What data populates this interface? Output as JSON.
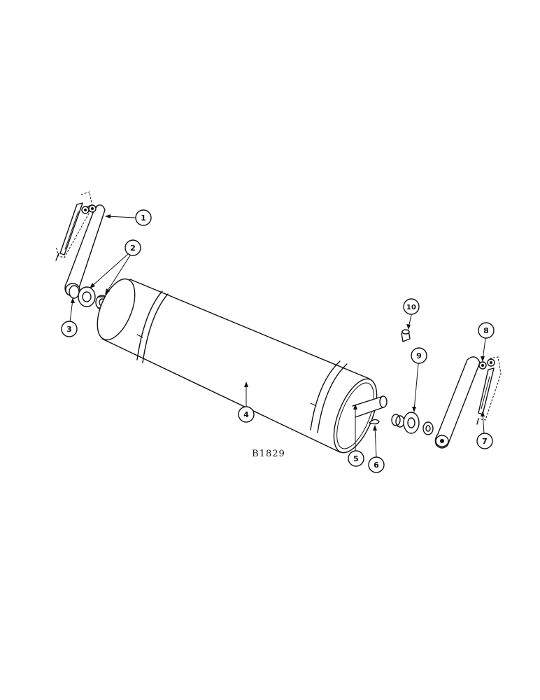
{
  "figure_label": "B1829",
  "callouts": [
    {
      "id": "1",
      "label": "1"
    },
    {
      "id": "2",
      "label": "2"
    },
    {
      "id": "3",
      "label": "3"
    },
    {
      "id": "4",
      "label": "4"
    },
    {
      "id": "5",
      "label": "5"
    },
    {
      "id": "6",
      "label": "6"
    },
    {
      "id": "7",
      "label": "7"
    },
    {
      "id": "8",
      "label": "8"
    },
    {
      "id": "9",
      "label": "9"
    },
    {
      "id": "10",
      "label": "10"
    }
  ]
}
